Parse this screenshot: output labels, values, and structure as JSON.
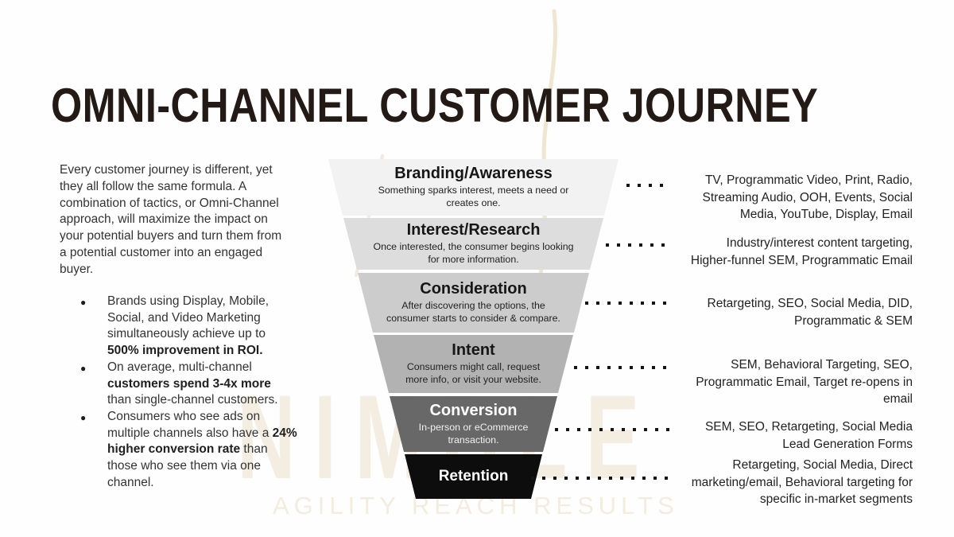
{
  "title": "OMNI-CHANNEL CUSTOMER JOURNEY",
  "left": {
    "intro": "Every customer journey is different, yet\nthey all follow the same formula. A\ncombination of tactics, or Omni-Channel\napproach, will maximize the impact on\nyour potential buyers and turn them from\na potential customer into an engaged\nbuyer.",
    "bullets": [
      {
        "pre": "Brands using Display, Mobile,\nSocial, and Video Marketing\nsimultaneously achieve up to\n",
        "bold": "500% improvement in ROI.",
        "post": ""
      },
      {
        "pre": "On average, multi-channel\n",
        "bold": "customers spend 3-4x more",
        "post": "\nthan single-channel customers."
      },
      {
        "pre": "Consumers who see ads on\nmultiple channels also have a ",
        "bold": "24%\nhigher conversion rate",
        "post": " than\nthose who see them via one\nchannel."
      }
    ]
  },
  "funnel": {
    "stages": [
      {
        "title": "Branding/Awareness",
        "subtitle": "Something sparks interest, meets a need or\ncreates one."
      },
      {
        "title": "Interest/Research",
        "subtitle": "Once interested, the consumer begins looking\nfor more information."
      },
      {
        "title": "Consideration",
        "subtitle": "After discovering the options, the\nconsumer starts to consider & compare."
      },
      {
        "title": "Intent",
        "subtitle": "Consumers might call, request\nmore info, or visit your website."
      },
      {
        "title": "Conversion",
        "subtitle": "In-person or eCommerce\ntransaction."
      },
      {
        "title": "Retention",
        "subtitle": ""
      }
    ]
  },
  "channels": [
    "TV, Programmatic Video, Print, Radio,\nStreaming Audio, OOH, Events, Social\nMedia, YouTube, Display, Email",
    "Industry/interest content targeting,\nHigher-funnel SEM, Programmatic Email",
    "Retargeting, SEO, Social Media, DID,\nProgrammatic & SEM",
    "SEM, Behavioral Targeting, SEO,\nProgrammatic Email, Target re-opens in\nemail",
    "SEM, SEO, Retargeting, Social Media\nLead Generation Forms",
    "Retargeting, Social Media, Direct\nmarketing/email, Behavioral targeting for\nspecific in-market segments"
  ],
  "watermark": {
    "brand": "NIMBLE",
    "tagline": "AGILITY REACH RESULTS"
  },
  "colors": {
    "stage_fills": [
      "#f2f2f2",
      "#dddddd",
      "#cccccc",
      "#b2b2b2",
      "#686868",
      "#0d0d0d"
    ],
    "title_text": "#241a15",
    "dots": "#141414",
    "watermark": "#f3ecdf",
    "background": "#fefefe"
  }
}
